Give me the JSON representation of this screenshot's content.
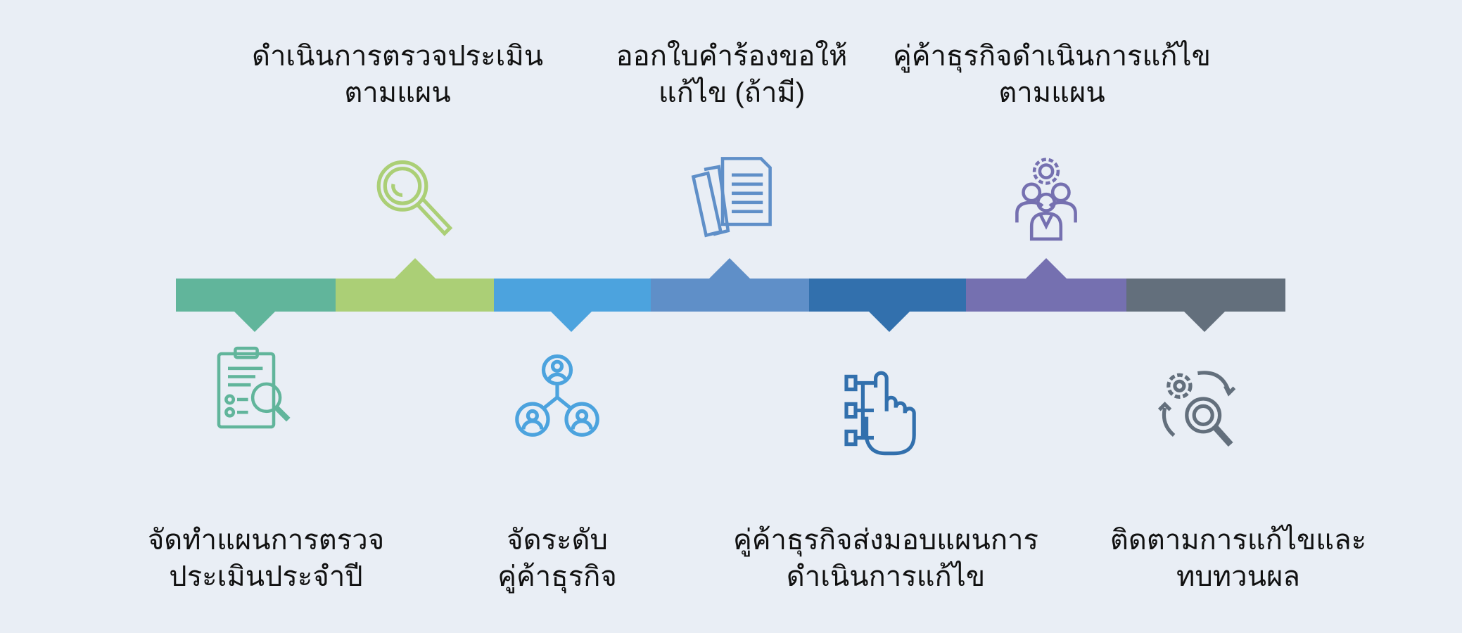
{
  "colors": {
    "background": "#e9eef5",
    "step1": "#61b59b",
    "step2": "#abcf76",
    "step3": "#4ca3de",
    "step4": "#5f8fc8",
    "step5": "#3270ad",
    "step6": "#7570b0",
    "step7": "#636f7c"
  },
  "steps": [
    {
      "position": "bottom",
      "icon": "clipboard-search-icon",
      "lines": [
        "จัดทำแผนการตรวจ",
        "ประเมินประจำปี"
      ]
    },
    {
      "position": "top",
      "icon": "magnifier-icon",
      "lines": [
        "ดำเนินการตรวจประเมิน",
        "ตามแผน"
      ]
    },
    {
      "position": "bottom",
      "icon": "people-network-icon",
      "lines": [
        "จัดระดับ",
        "คู่ค้าธุรกิจ"
      ]
    },
    {
      "position": "top",
      "icon": "documents-icon",
      "lines": [
        "ออกใบคำร้องขอให้",
        "แก้ไข (ถ้ามี)"
      ]
    },
    {
      "position": "bottom",
      "icon": "hand-flowchart-icon",
      "lines": [
        "คู่ค้าธุรกิจส่งมอบแผนการ",
        "ดำเนินการแก้ไข"
      ]
    },
    {
      "position": "top",
      "icon": "team-gear-icon",
      "lines": [
        "คู่ค้าธุรกิจดำเนินการแก้ไข",
        "ตามแผน"
      ]
    },
    {
      "position": "bottom",
      "icon": "gear-search-cycle-icon",
      "lines": [
        "ติดตามการแก้ไขและ",
        "ทบทวนผล"
      ]
    }
  ]
}
